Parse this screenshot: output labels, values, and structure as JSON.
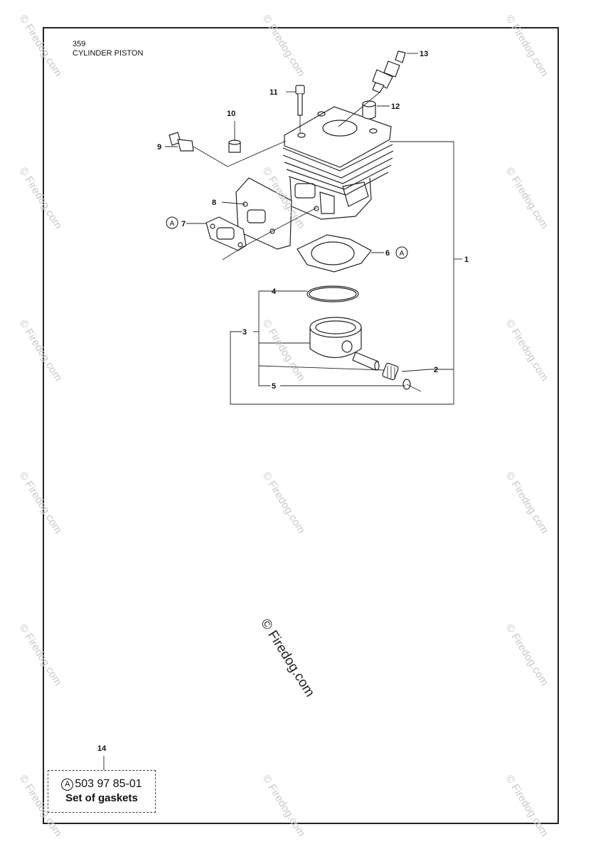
{
  "header": {
    "page_number": "359",
    "title": "CYLINDER PISTON"
  },
  "callouts": [
    "1",
    "2",
    "3",
    "4",
    "5",
    "6",
    "7",
    "8",
    "9",
    "10",
    "11",
    "12",
    "13",
    "14"
  ],
  "gasket_marker": "A",
  "kit": {
    "part_number": "503 97 85-01",
    "description": "Set of gaskets"
  },
  "watermark": {
    "text": "© Firedog.com"
  },
  "colors": {
    "line": "#222222",
    "watermark": "#c9c9c9"
  }
}
